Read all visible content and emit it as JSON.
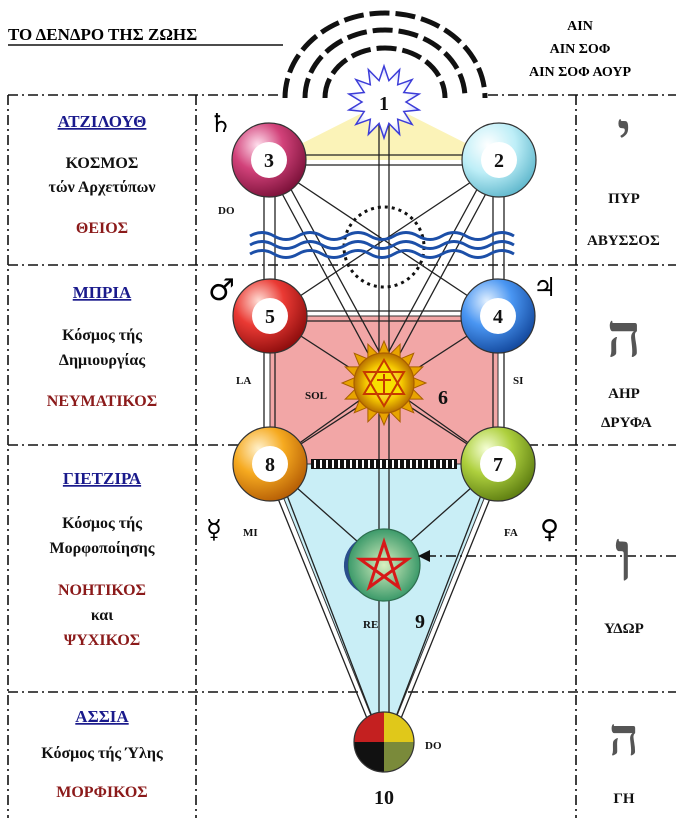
{
  "title": "ΤΟ ΔΕΝΔΡΟ ΤΗΣ ΖΩΗΣ",
  "ain": [
    "ΑΙΝ",
    "ΑΙΝ ΣΟΦ",
    "ΑΙΝ ΣΟΦ ΑΟΥΡ"
  ],
  "worlds": [
    {
      "name": "ΑΤΖΙΛΟΥΘ",
      "desc1": "ΚΟΣΜΟΣ",
      "desc2": "τών Αρχετύπων",
      "kind1": "ΘΕΙΟΣ",
      "kind2": "",
      "kind3": ""
    },
    {
      "name": "ΜΠΡΙΑ",
      "desc1": "Κόσμος τής",
      "desc2": "Δημιουργίας",
      "kind1": "ΝΕΥΜΑΤΙΚΟΣ",
      "kind2": "",
      "kind3": ""
    },
    {
      "name": "ΓΙΕΤΖΙΡΑ",
      "desc1": "Κόσμος τής",
      "desc2": "Μορφοποίησης",
      "kind1": "ΝΟΗΤΙΚΟΣ",
      "kind2": "και",
      "kind3": "ΨΥΧΙΚΟΣ"
    },
    {
      "name": "ΑΣΣΙΑ",
      "desc1": "Κόσμος τής Ύλης",
      "desc2": "",
      "kind1": "ΜΟΡΦΙΚΟΣ",
      "kind2": "",
      "kind3": ""
    }
  ],
  "elements": {
    "fire": "ΠΥΡ",
    "abyss": "ΑΒΥΣΣΟΣ",
    "air": "ΑΗΡ",
    "air2": "ΔΡΥΦΑ",
    "water": "ΥΔΩΡ",
    "earth": "ΓΗ"
  },
  "hebrew": {
    "yod": "י",
    "he": "ה",
    "vav": "ו",
    "he2": "ה"
  },
  "sephirot": [
    "1",
    "2",
    "3",
    "4",
    "5",
    "6",
    "7",
    "8",
    "9",
    "10"
  ],
  "notes": {
    "do_top": "DO",
    "la": "LA",
    "si": "SI",
    "sol": "SOL",
    "mi": "MI",
    "fa": "FA",
    "re": "RE",
    "do_bottom": "DO"
  },
  "planets": {
    "saturn": "♄",
    "mars": "♂",
    "jupiter": "♃",
    "mercury": "☿",
    "venus": "♀"
  },
  "colors": {
    "world_name": "#1a1a8c",
    "kind": "#8b1a1a",
    "sephira_3": "#c8326a",
    "sephira_2": "#a6e6f2",
    "sephira_5": "#e23030",
    "sephira_4": "#3a8cf0",
    "sephira_8": "#f6a318",
    "sephira_7": "#a7c93a",
    "pink_zone": "#f2a6a6",
    "blue_zone": "#c9eef6",
    "yellow_triangle": "#fbf3b8",
    "water_waves": "#1c4fa8"
  }
}
